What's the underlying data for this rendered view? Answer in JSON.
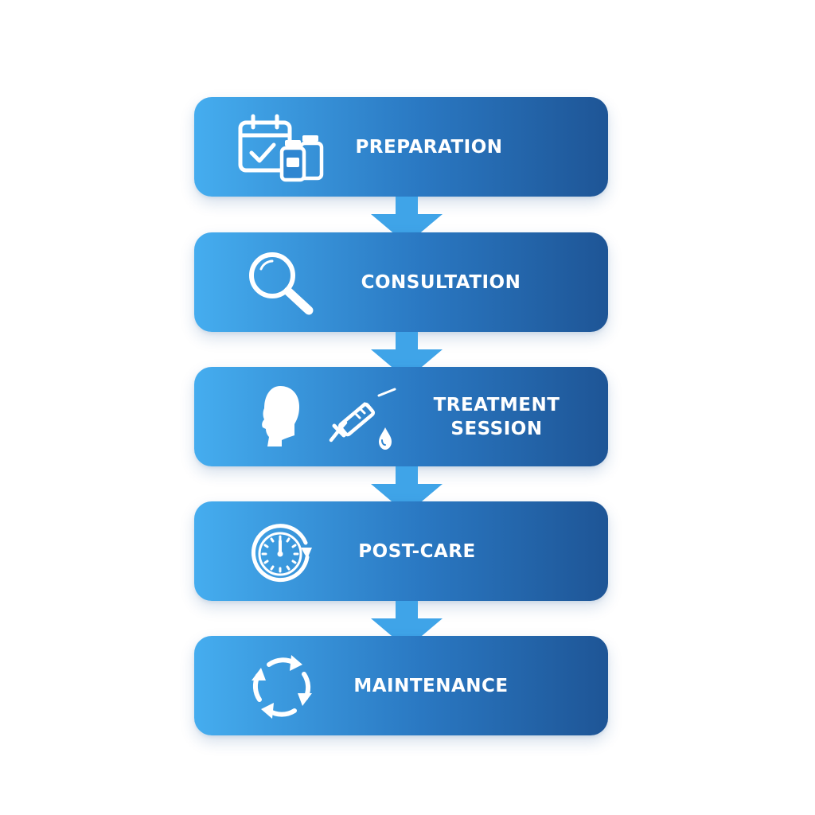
{
  "steps": [
    {
      "label": "PREPARATION",
      "icons": [
        "calendar-check-icon",
        "medicine-bottles-icon"
      ]
    },
    {
      "label": "CONSULTATION",
      "icons": [
        "magnifying-glass-icon"
      ]
    },
    {
      "label_lines": [
        "TREATMENT",
        "SESSION"
      ],
      "icons": [
        "head-profile-icon",
        "syringe-drop-icon"
      ]
    },
    {
      "label": "POST-CARE",
      "icons": [
        "clock-icon"
      ]
    },
    {
      "label": "MAINTENANCE",
      "icons": [
        "cycle-arrows-icon"
      ]
    }
  ],
  "colors": {
    "gradient_start": "#45adef",
    "gradient_mid": "#2a78c2",
    "gradient_end": "#1e5596",
    "arrow": "#3fa4e8",
    "text": "#ffffff"
  }
}
